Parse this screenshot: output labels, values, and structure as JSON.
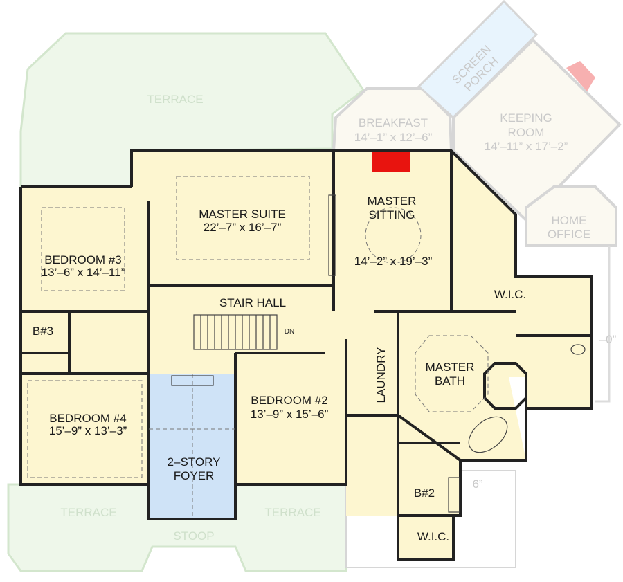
{
  "colors": {
    "room_fill": "#fdf6d0",
    "foyer_fill": "#cfe3f7",
    "terrace_fill": "#eef7ea",
    "screen_porch_fill": "#e8f4fd",
    "fireplace": "#e8140f",
    "wall": "#222222",
    "faded_text": "#c9c9c9"
  },
  "rooms": {
    "terrace_top": "TERRACE",
    "breakfast": {
      "name": "BREAKFAST",
      "dims": "14’–1” x 12’–6”"
    },
    "screen_porch": {
      "line1": "SCREEN",
      "line2": "PORCH"
    },
    "keeping_room": {
      "line1": "KEEPING",
      "line2": "ROOM",
      "dims": "14’–11” x 17’–2”"
    },
    "home_office": {
      "line1": "HOME",
      "line2": "OFFICE"
    },
    "master_suite": {
      "name": "MASTER SUITE",
      "dims": "22’–7” x 16’–7”"
    },
    "master_sitting": {
      "line1": "MASTER",
      "line2": "SITTING",
      "dims": "14’–2” x 19’–3”"
    },
    "bedroom3": {
      "name": "BEDROOM #3",
      "dims": "13’–6” x 14’–11”"
    },
    "wic_master": "W.I.C.",
    "stair_hall": "STAIR HALL",
    "stair_dn": "DN",
    "bath3": "B#3",
    "laundry": "LAUNDRY",
    "master_bath": {
      "line1": "MASTER",
      "line2": "BATH"
    },
    "bedroom4": {
      "name": "BEDROOM #4",
      "dims": "15’–9” x 13’–3”"
    },
    "bedroom2": {
      "name": "BEDROOM #2",
      "dims": "13’–9” x 15’–6”"
    },
    "foyer": {
      "line1": "2–STORY",
      "line2": "FOYER"
    },
    "bath2": "B#2",
    "wic_lower": "W.I.C.",
    "terrace_left": "TERRACE",
    "terrace_right": "TERRACE",
    "stoop": "STOOP",
    "fragment_right": "–0”",
    "fragment_lower": "6”"
  }
}
